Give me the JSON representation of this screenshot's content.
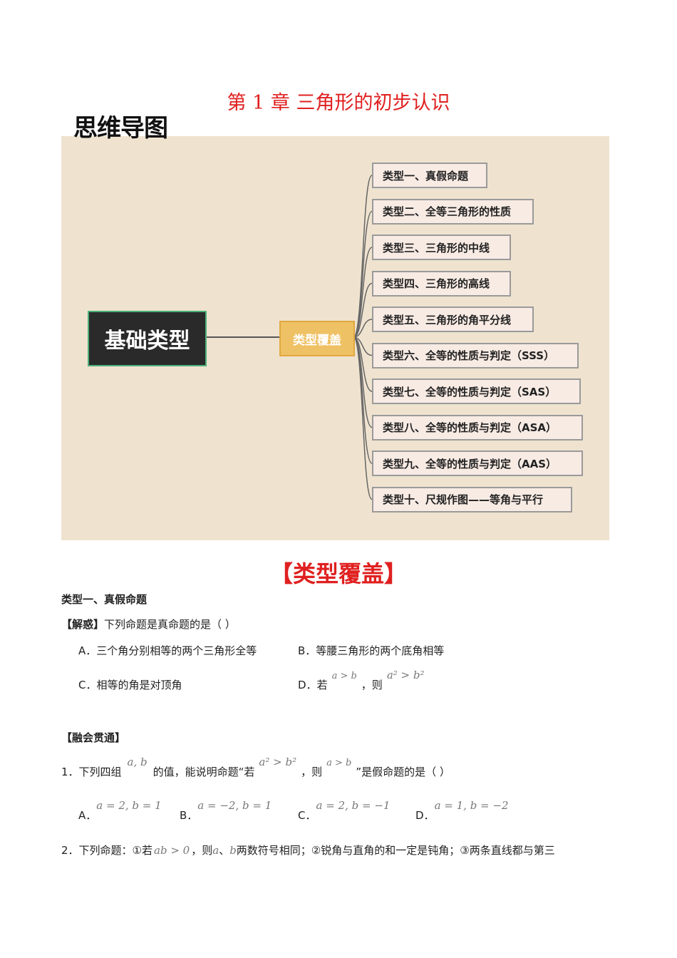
{
  "title": "第 1 章  三角形的初步认识",
  "mindmap_label": "思维导图",
  "mindmap": {
    "root": "基础类型",
    "middle": "类型覆盖",
    "leaves": [
      "类型一、真假命题",
      "类型二、全等三角形的性质",
      "类型三、三角形的中线",
      "类型四、三角形的高线",
      "类型五、三角形的角平分线",
      "类型六、全等的性质与判定（SSS）",
      "类型七、全等的性质与判定（SAS）",
      "类型八、全等的性质与判定（ASA）",
      "类型九、全等的性质与判定（AAS）",
      "类型十、尺规作图——等角与平行"
    ]
  },
  "section_title": "【类型覆盖】",
  "type1": {
    "heading": "类型一、真假命题",
    "q_label": "【解惑】",
    "q_text": "下列命题是真命题的是（    ）",
    "options": {
      "A": "A．三个角分别相等的两个三角形全等",
      "B": "B．等腰三角形的两个底角相等",
      "C": "C．相等的角是对顶角",
      "D_prefix": "D．若",
      "D_math1": "a > b",
      "D_mid": "，则",
      "D_math2": "a² > b²"
    }
  },
  "practice": {
    "label": "【融会贯通】",
    "q1": {
      "prefix": "1．下列四组",
      "math_ab": "a, b",
      "text1": "的值，能说明命题“若",
      "math1": "a² > b²",
      "text2": "，则",
      "math2": "a > b",
      "text3": "”是假命题的是（    ）",
      "options": [
        {
          "label": "A．",
          "math": "a = 2, b = 1"
        },
        {
          "label": "B．",
          "math": "a = −2, b = 1"
        },
        {
          "label": "C．",
          "math": "a = 2, b = −1"
        },
        {
          "label": "D．",
          "math": "a = 1, b = −2"
        }
      ]
    },
    "q2": {
      "prefix": "2．下列命题：①若",
      "math1": "ab > 0",
      "text1": "，则",
      "math2": "a",
      "sep": "、",
      "math3": "b",
      "text2": "两数符号相同；②锐角与直角的和一定是钝角；③两条直线都与第三"
    }
  }
}
